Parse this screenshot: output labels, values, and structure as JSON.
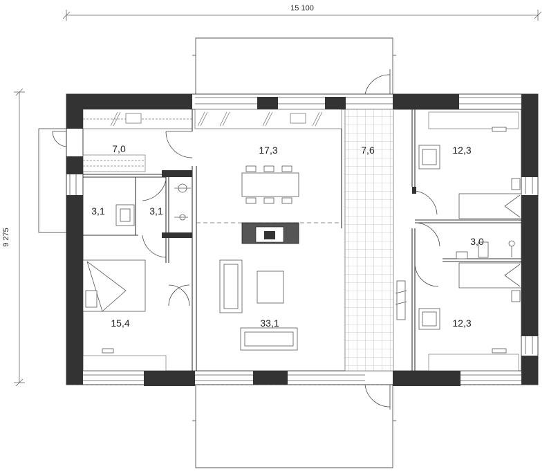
{
  "dimensions": {
    "width_label": "15 100",
    "height_label": "9 275"
  },
  "rooms": [
    {
      "id": "entry",
      "area": "7,0"
    },
    {
      "id": "kitchen-dining",
      "area": "17,3"
    },
    {
      "id": "corridor",
      "area": "7,6"
    },
    {
      "id": "bedroom-ne",
      "area": "12,3"
    },
    {
      "id": "bath-small",
      "area": "3,1"
    },
    {
      "id": "bath-wc",
      "area": "3,1"
    },
    {
      "id": "bath-east",
      "area": "3,0"
    },
    {
      "id": "bedroom-sw",
      "area": "15,4"
    },
    {
      "id": "living",
      "area": "33,1"
    },
    {
      "id": "bedroom-se",
      "area": "12,3"
    }
  ]
}
